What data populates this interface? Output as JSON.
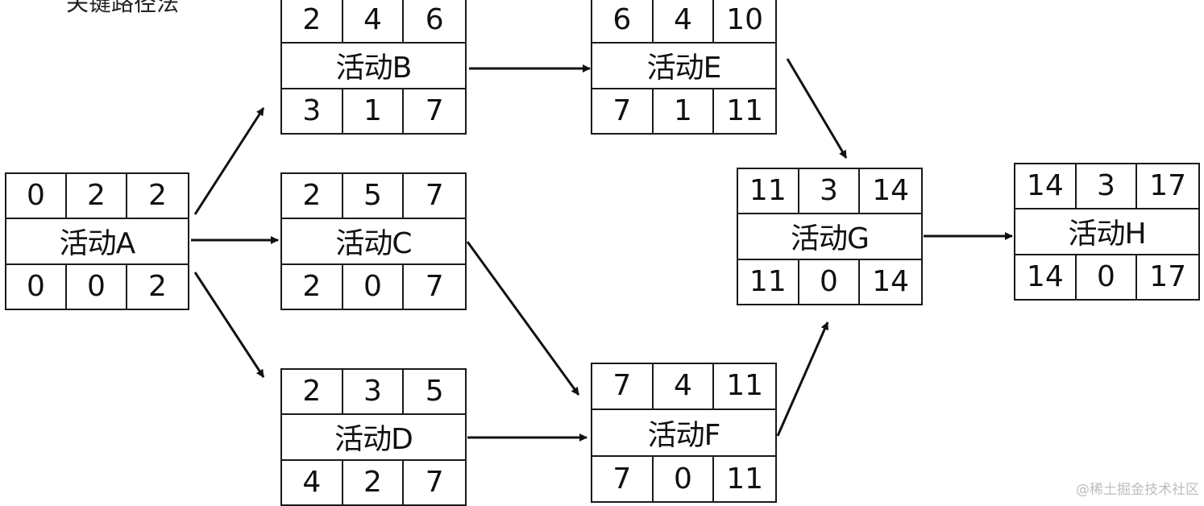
{
  "nodes": {
    "A": {
      "label": "活动A",
      "top": [
        "0",
        "2",
        "2"
      ],
      "bottom": [
        "0",
        "0",
        "2"
      ]
    },
    "B": {
      "label": "活动B",
      "top": [
        "2",
        "4",
        "6"
      ],
      "bottom": [
        "3",
        "1",
        "7"
      ]
    },
    "C": {
      "label": "活动C",
      "top": [
        "2",
        "5",
        "7"
      ],
      "bottom": [
        "2",
        "0",
        "7"
      ]
    },
    "D": {
      "label": "活动D",
      "top": [
        "2",
        "3",
        "5"
      ],
      "bottom": [
        "4",
        "2",
        "7"
      ]
    },
    "E": {
      "label": "活动E",
      "top": [
        "6",
        "4",
        "10"
      ],
      "bottom": [
        "7",
        "1",
        "11"
      ]
    },
    "F": {
      "label": "活动F",
      "top": [
        "7",
        "4",
        "11"
      ],
      "bottom": [
        "7",
        "0",
        "11"
      ]
    },
    "G": {
      "label": "活动G",
      "top": [
        "11",
        "3",
        "14"
      ],
      "bottom": [
        "11",
        "0",
        "14"
      ]
    },
    "H": {
      "label": "活动H",
      "top": [
        "14",
        "3",
        "17"
      ],
      "bottom": [
        "14",
        "0",
        "17"
      ]
    }
  },
  "edges": [
    [
      "A",
      "B"
    ],
    [
      "A",
      "C"
    ],
    [
      "A",
      "D"
    ],
    [
      "B",
      "E"
    ],
    [
      "C",
      "F"
    ],
    [
      "D",
      "F"
    ],
    [
      "E",
      "G"
    ],
    [
      "F",
      "G"
    ],
    [
      "G",
      "H"
    ]
  ],
  "title_fragment": "关键路径法",
  "watermark": "@稀土掘金技术社区"
}
